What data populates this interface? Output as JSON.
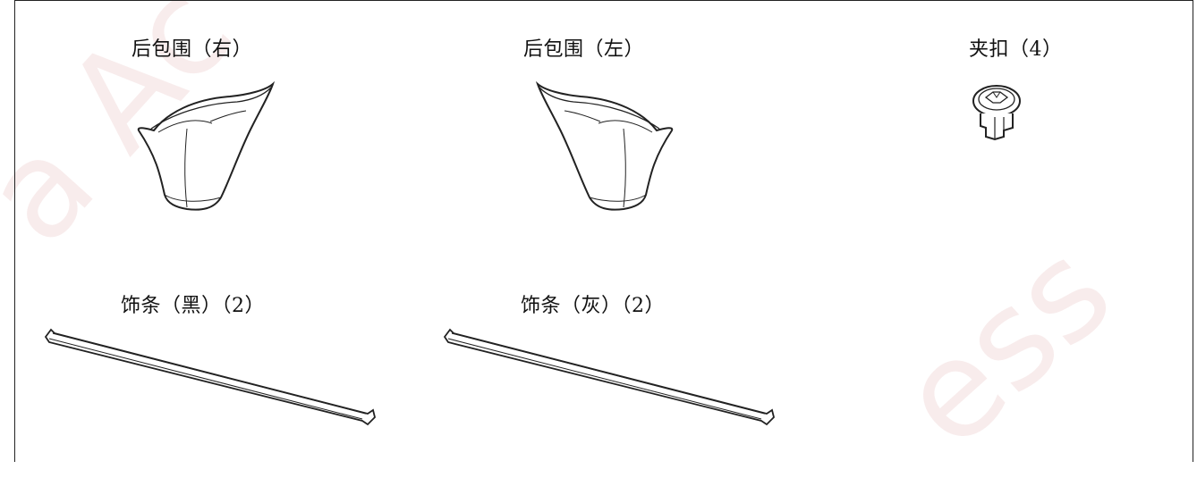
{
  "parts": {
    "rear_cover_right": {
      "label": "后包围（右）",
      "icon": "rear-cover-right-icon"
    },
    "rear_cover_left": {
      "label": "后包围（左）",
      "icon": "rear-cover-left-icon"
    },
    "clip": {
      "label": "夹扣（4）",
      "icon": "clip-icon"
    },
    "trim_black": {
      "label": "饰条（黑）（2）",
      "icon": "trim-strip-icon"
    },
    "trim_gray": {
      "label": "饰条（灰）（2）",
      "icon": "trim-strip-icon"
    }
  },
  "watermark": {
    "top_left": "a Ac",
    "bottom_right": "ess"
  },
  "colors": {
    "line": "#222222",
    "watermark": "#f3dede"
  }
}
